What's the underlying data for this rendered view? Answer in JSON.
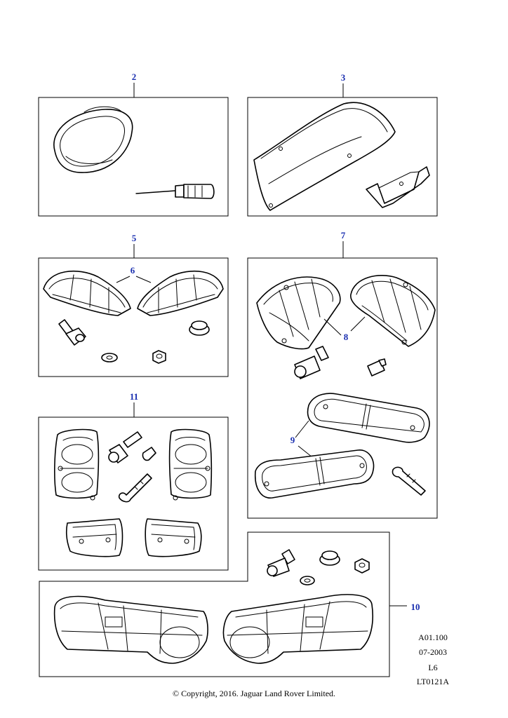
{
  "callouts": {
    "c2": "2",
    "c3": "3",
    "c5": "5",
    "c6": "6",
    "c7": "7",
    "c8": "8",
    "c9": "9",
    "c10": "10",
    "c11": "11"
  },
  "reference": {
    "code": "A01.100",
    "date": "07-2003",
    "level": "L6",
    "illustration": "LT0121A"
  },
  "copyright": "© Copyright, 2016. Jaguar Land Rover Limited.",
  "colors": {
    "callout": "#1a2fb0",
    "line": "#000000"
  }
}
